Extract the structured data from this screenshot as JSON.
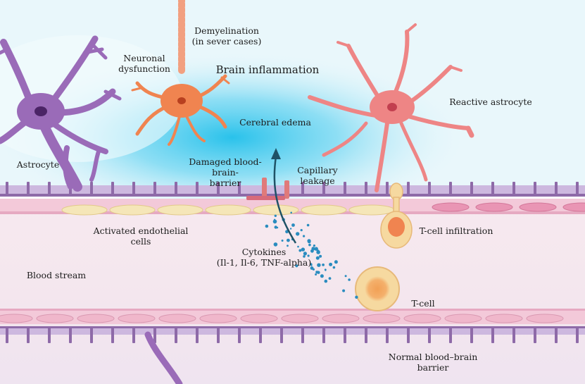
{
  "labels": {
    "demyelination": "Demyelination\n(in sever cases)",
    "neuronal_dysfunction": "Neuronal\ndysfunction",
    "brain_inflammation": "Brain inflammation",
    "reactive_astrocyte": "Reactive astrocyte",
    "cerebral_edema": "Cerebral edema",
    "astrocyte": "Astrocyte",
    "damaged_bbb": "Damaged blood-brain-\nbarrier",
    "capillary_leakage": "Capillary leakage",
    "activated_endothelial": "Activated endothelial\ncells",
    "t_cell_infiltration": "T-cell infiltration",
    "cytokines": "Cytokines\n(Il-1, Il-6, TNF-alpha)",
    "blood_stream": "Blood stream",
    "t_cell": "T-cell",
    "normal_bbb": "Normal blood–brain\nbarrier"
  },
  "colors": {
    "astrocyte": "#9a6bb8",
    "astrocyte_nucleus": "#4b2466",
    "neuron": "#f08450",
    "neuron_nucleus": "#b8401f",
    "reactive_astrocyte": "#ee8585",
    "endfeet": "#8e6aa8",
    "endothelium": "#f3c9d9",
    "endothelial_cell": "#f5e6b8",
    "edema": "#3ec6ea",
    "cytokine": "#2a8cbf",
    "t_cell": "#f6d9a0",
    "t_cell_core": "#f2a055",
    "arrow": "#1f5266"
  },
  "icons": [
    "astrocyte-icon",
    "neuron-icon",
    "reactive-astrocyte-icon",
    "t-cell-icon",
    "endothelial-cell-icon",
    "cytokine-dot-icon",
    "capillary-leakage-arrow-icon"
  ]
}
